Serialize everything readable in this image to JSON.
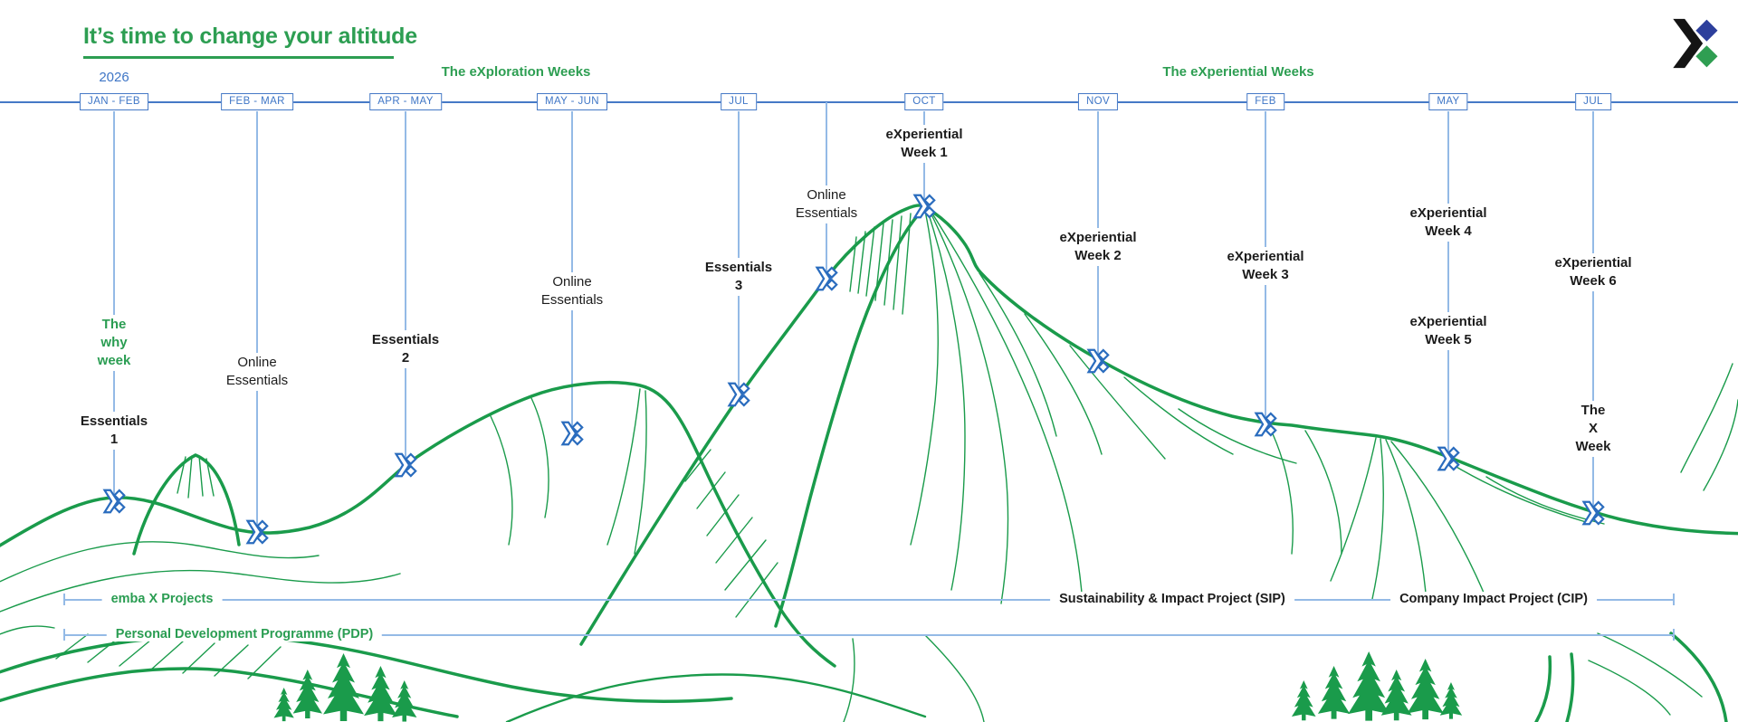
{
  "header": {
    "title": "It’s time to change your altitude",
    "year": "2026"
  },
  "section_headers": {
    "exploration": "The eXploration Weeks",
    "experiential": "The eXperiential Weeks"
  },
  "timeline": {
    "columns": [
      {
        "month": "JAN - FEB",
        "labels": [
          {
            "text": "The\nwhy week"
          },
          {
            "text": "Essentials 1"
          }
        ]
      },
      {
        "month": "FEB - MAR",
        "labels": [
          {
            "text": "Online\nEssentials"
          }
        ]
      },
      {
        "month": "APR - MAY",
        "labels": [
          {
            "text": "Essentials 2"
          }
        ]
      },
      {
        "month": "MAY - JUN",
        "labels": [
          {
            "text": "Online\nEssentials"
          }
        ]
      },
      {
        "month": "JUL",
        "labels": [
          {
            "text": "Essentials 3"
          }
        ]
      },
      {
        "month": "",
        "labels": [
          {
            "text": "Online\nEssentials"
          }
        ]
      },
      {
        "month": "OCT",
        "labels": [
          {
            "text": "eXperiential\nWeek 1"
          }
        ]
      },
      {
        "month": "NOV",
        "labels": [
          {
            "text": "eXperiential\nWeek 2"
          }
        ]
      },
      {
        "month": "FEB",
        "labels": [
          {
            "text": "eXperiential\nWeek 3"
          }
        ]
      },
      {
        "month": "MAY",
        "labels": [
          {
            "text": "eXperiential\nWeek 4"
          },
          {
            "text": "eXperiential\nWeek 5"
          }
        ]
      },
      {
        "month": "JUL",
        "labels": [
          {
            "text": "eXperiential\nWeek 6"
          },
          {
            "text": "The X Week"
          }
        ]
      }
    ]
  },
  "program_rows": {
    "row1": [
      {
        "label": "emba X Projects"
      },
      {
        "label": "Sustainability & Impact Project (SIP)"
      },
      {
        "label": "Company Impact Project (CIP)"
      }
    ],
    "row2": {
      "label": "Personal Development Programme (PDP)"
    }
  },
  "icons": {
    "milestone_marker": "x-logo-marker-icon",
    "brand_logo": "embax-x-logo"
  },
  "colors": {
    "green": "#2d9e52",
    "art_green": "#1a9b4b",
    "timeline_blue": "#4579c6",
    "light_blue": "#94bae6",
    "marker_blue": "#2a6cbe",
    "logo_navy": "#2d3f9c",
    "logo_black": "#141414",
    "text_dark": "#1c1c1c"
  }
}
